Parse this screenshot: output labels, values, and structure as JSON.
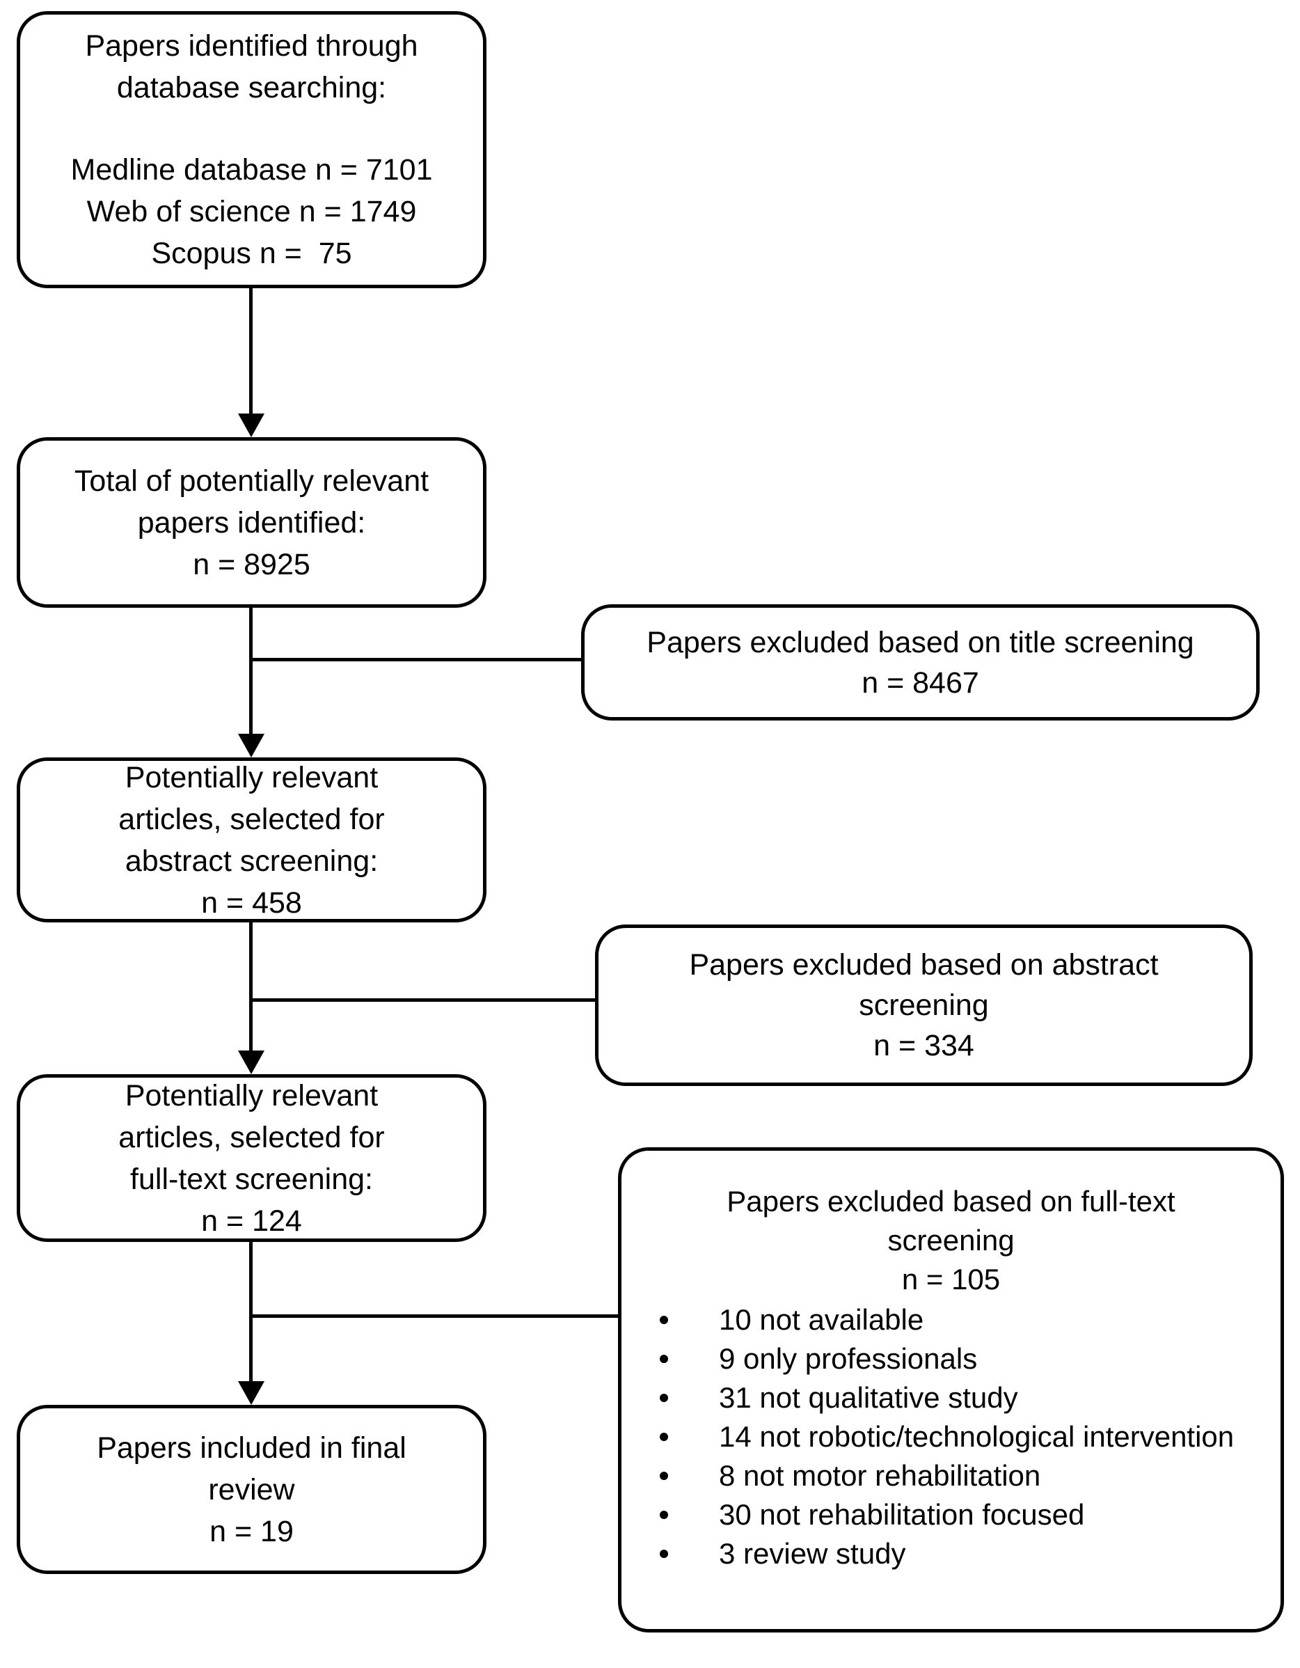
{
  "flowchart": {
    "colors": {
      "border": "#000000",
      "text": "#000000",
      "background": "#ffffff"
    },
    "identified": {
      "line1": "Papers identified through",
      "line2": "database searching:",
      "medline": "Medline database n = 7101",
      "web_of_science": "Web of science n = 1749",
      "scopus": "Scopus n =  75"
    },
    "total": {
      "line1": "Total of potentially relevant",
      "line2": "papers identified:",
      "count": "n = 8925"
    },
    "excluded_title": {
      "line1": "Papers excluded based on title screening",
      "count": "n = 8467"
    },
    "abstract_screening": {
      "line1": "Potentially relevant",
      "line2": "articles, selected for",
      "line3": "abstract screening:",
      "count": "n = 458"
    },
    "excluded_abstract": {
      "line1": "Papers excluded based on abstract",
      "line2": "screening",
      "count": "n = 334"
    },
    "fulltext_screening": {
      "line1": "Potentially relevant",
      "line2": "articles, selected for",
      "line3": "full-text screening:",
      "count": "n = 124"
    },
    "excluded_fulltext": {
      "line1": "Papers excluded based on full-text",
      "line2": "screening",
      "count": "n = 105",
      "reasons": [
        "10 not available",
        "9 only professionals",
        "31 not qualitative study",
        "14 not robotic/technological intervention",
        "8 not motor rehabilitation",
        "30 not rehabilitation focused",
        "3 review study"
      ]
    },
    "included": {
      "line1": "Papers included in final",
      "line2": "review",
      "count": "n = 19"
    }
  }
}
